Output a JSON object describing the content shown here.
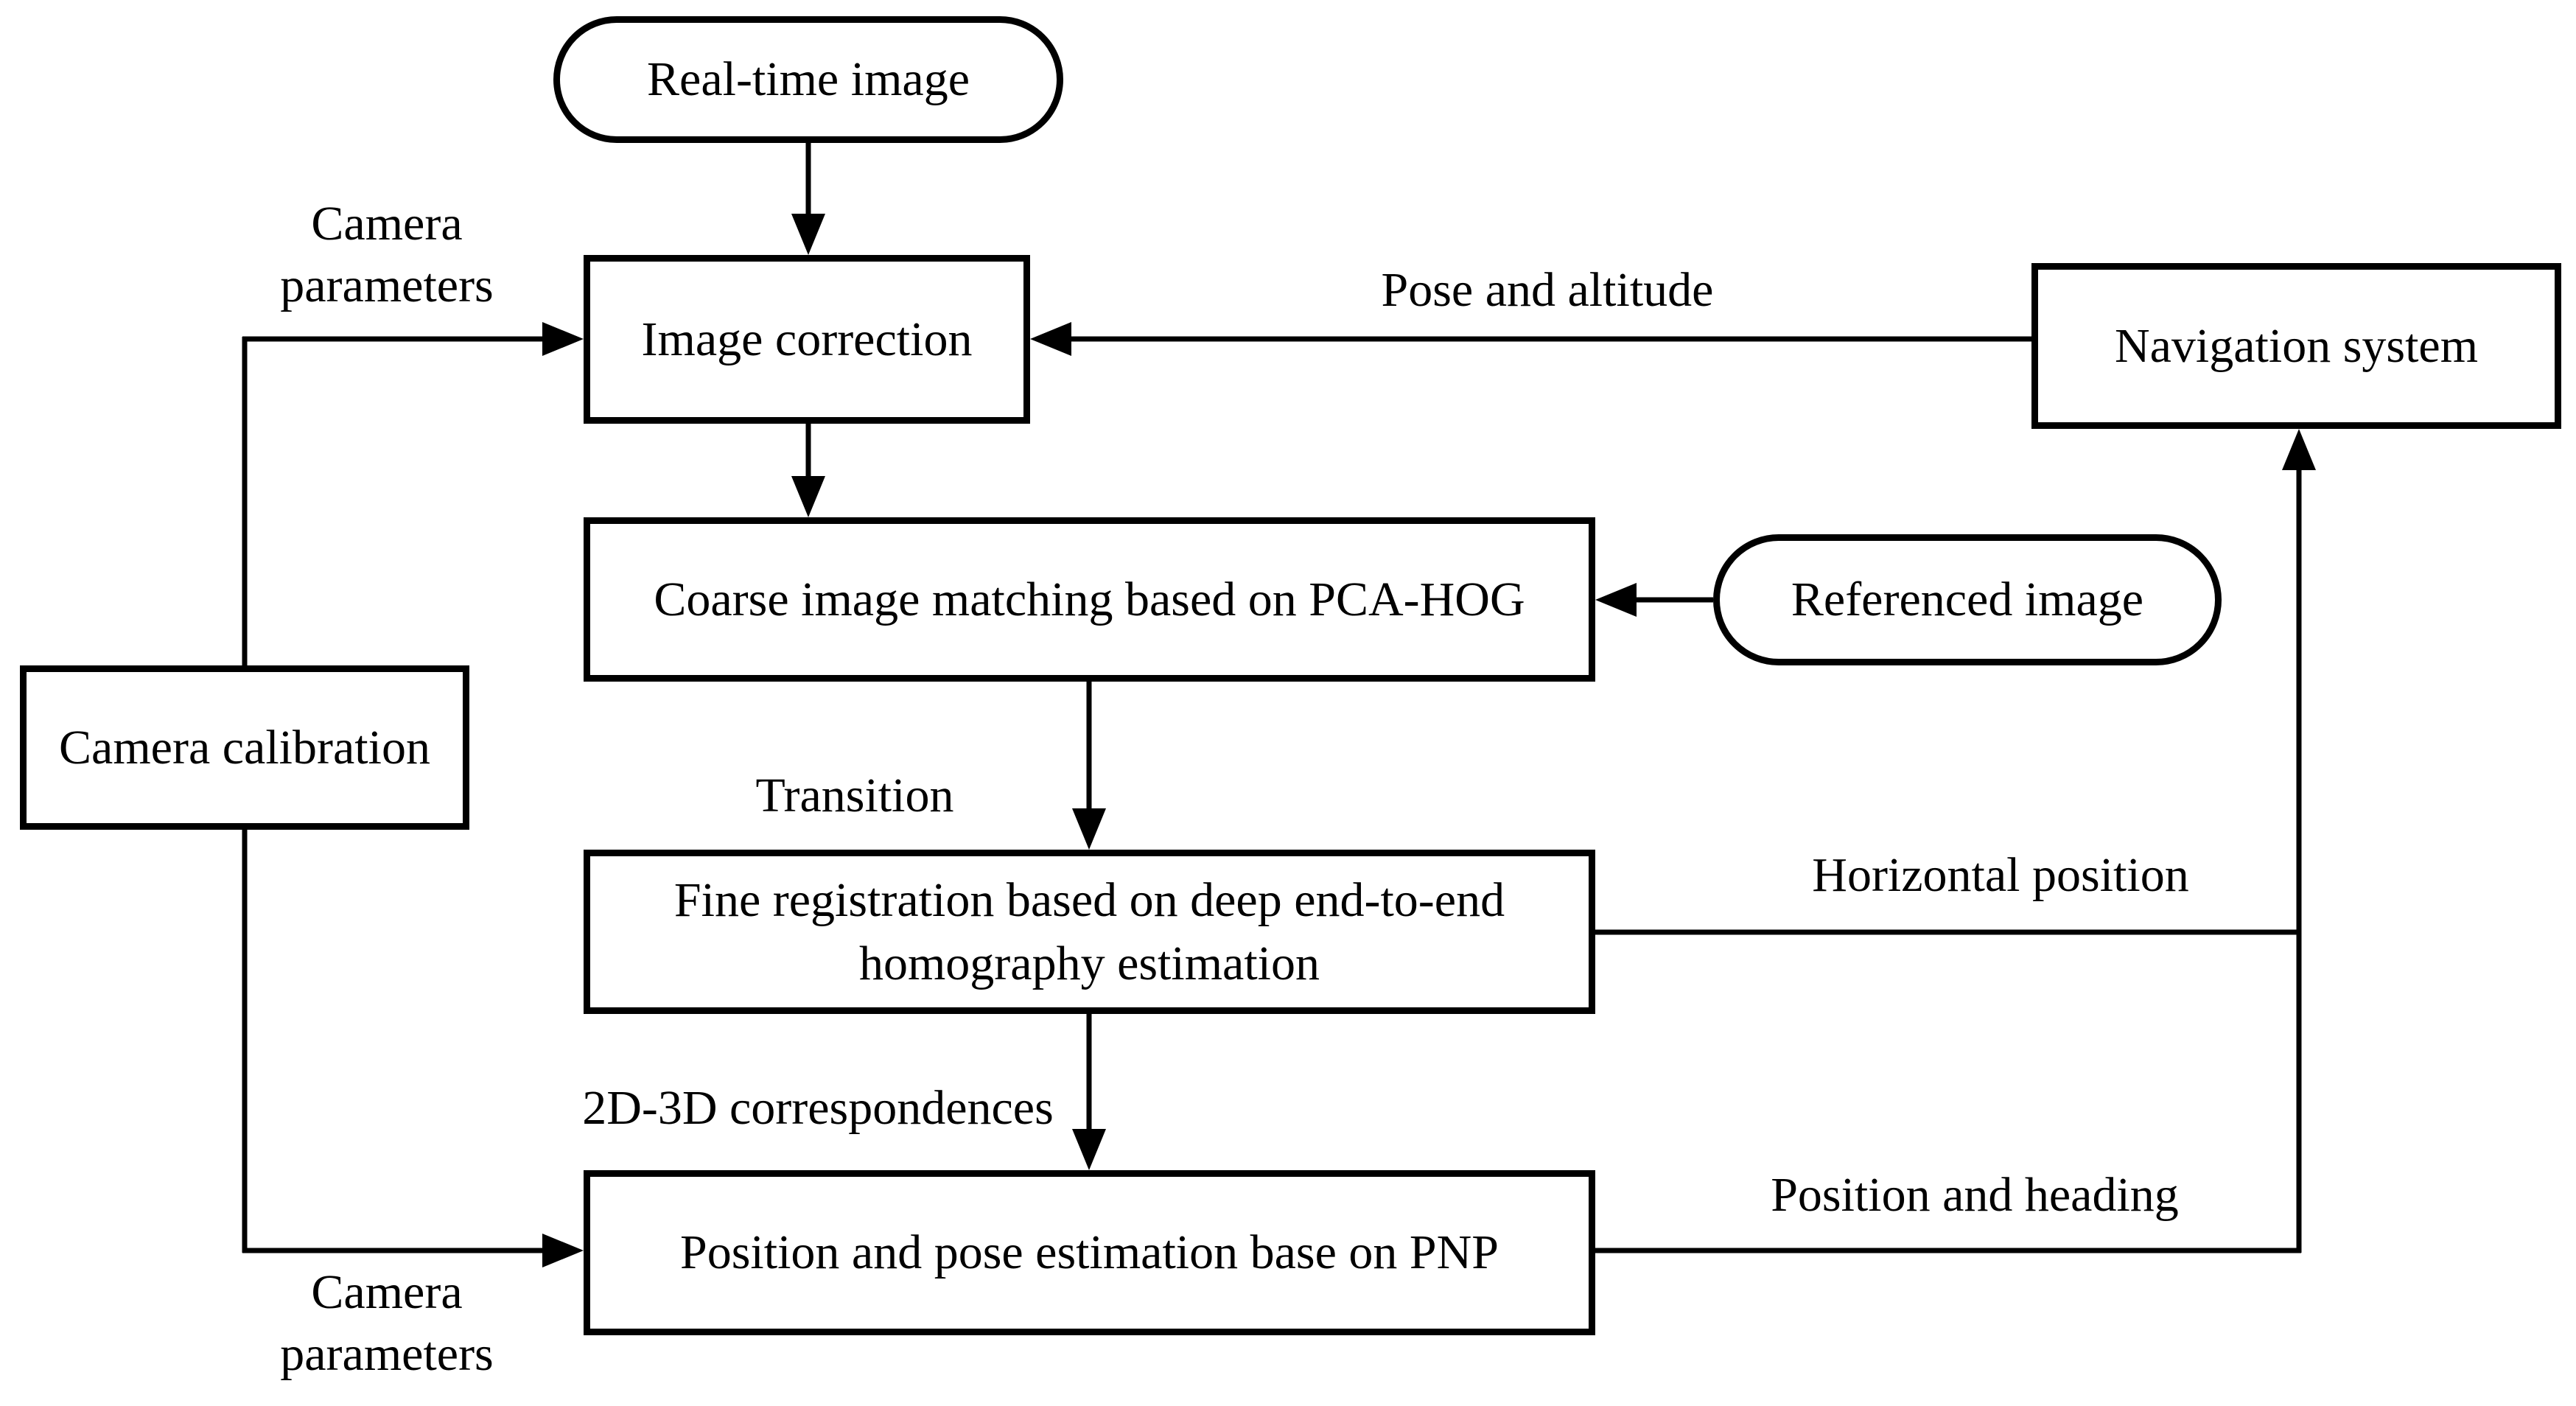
{
  "figure": {
    "type": "flowchart",
    "colors": {
      "background": "#ffffff",
      "line": "#000000",
      "text": "#000000"
    },
    "nodes": {
      "real_time_image": {
        "label": "Real-time image",
        "shape": "stadium"
      },
      "image_correction": {
        "label": "Image correction",
        "shape": "rect"
      },
      "coarse_matching": {
        "label": "Coarse image matching based on PCA-HOG",
        "shape": "rect"
      },
      "referenced_image": {
        "label": "Referenced image",
        "shape": "stadium"
      },
      "fine_registration": {
        "label": "Fine registration based on deep end-to-end homography estimation",
        "shape": "rect"
      },
      "position_pose_estimation": {
        "label": "Position and pose estimation base on PNP",
        "shape": "rect"
      },
      "camera_calibration": {
        "label": "Camera calibration",
        "shape": "rect"
      },
      "navigation_system": {
        "label": "Navigation system",
        "shape": "rect"
      }
    },
    "edge_labels": {
      "camera_parameters_top": "Camera parameters",
      "pose_and_altitude": "Pose and altitude",
      "transition": "Transition",
      "correspondences_2d_3d": "2D-3D correspondences",
      "horizontal_position": "Horizontal position",
      "position_and_heading": "Position and heading",
      "camera_parameters_bottom": "Camera parameters"
    }
  }
}
